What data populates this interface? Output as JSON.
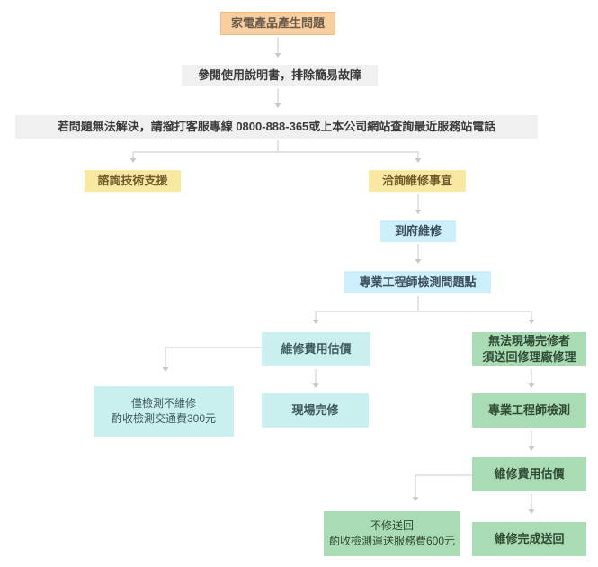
{
  "nodes": {
    "start": "家電產品產生問題",
    "manual": "參閱使用說明書，排除簡易故障",
    "contact": "若問題無法解決，請撥打客服專線 0800-888-365或上本公司網站查詢最近服務站電話",
    "tech_support": "諮詢技術支援",
    "repair_inquiry": "洽詢維修事宜",
    "onsite": "到府維修",
    "engineer_check": "專業工程師檢測問題點",
    "estimate_left": "維修費用估價",
    "check_only_line1": "僅檢測不維修",
    "check_only_line2": "酌收檢測交通費300元",
    "onsite_done": "現場完修",
    "cannot_fix_line1": "無法現場完修者",
    "cannot_fix_line2": "須送回修理廠修理",
    "factory_check": "專業工程師檢測",
    "estimate_right": "維修費用估價",
    "return_no_fix_line1": "不修送回",
    "return_no_fix_line2": "酌收檢測運送服務費600元",
    "fixed_return": "維修完成送回"
  },
  "colors": {
    "connector": "#c8c8c8",
    "start_fill": "#f9cfa0",
    "gray_fill": "#f0f0f0",
    "yellow_fill": "#f7e9a2",
    "blue_fill": "#cdeefb",
    "cyan_fill": "#c9f0ee",
    "green_fill": "#a9dcb4"
  }
}
